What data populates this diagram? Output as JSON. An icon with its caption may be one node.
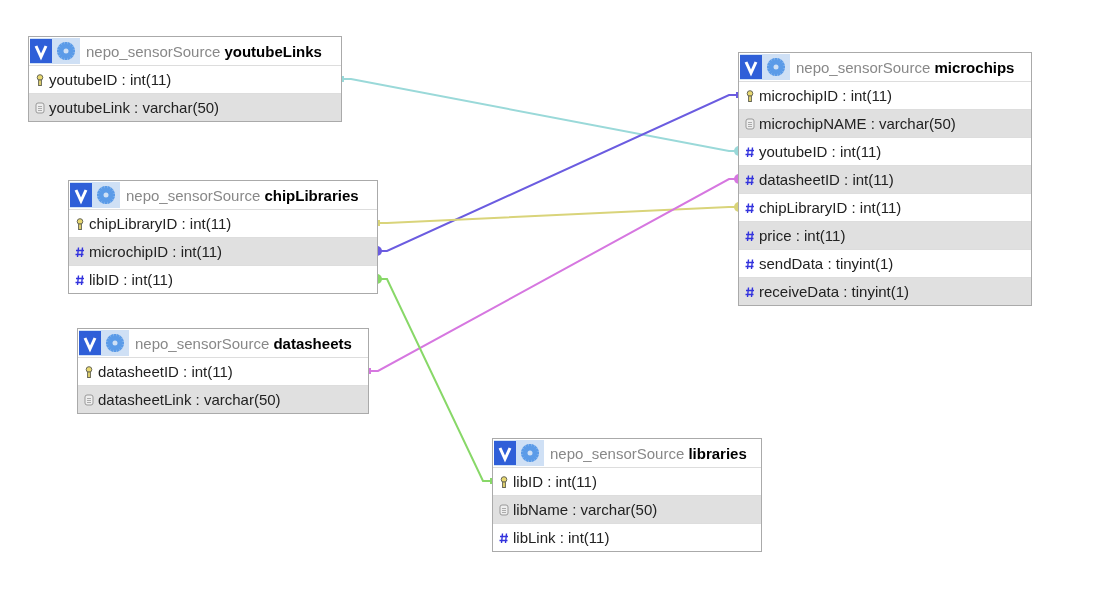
{
  "diagram": {
    "nodes": [
      {
        "text": [
          "nepo_sensorSource **youtubeLinks**"
        ]
      },
      {
        "text": [
          "youtubeID : int(11)"
        ],
        "in": 0
      },
      {
        "text": [
          "youtubeLink : varchar(50)"
        ],
        "in": 0
      },
      {
        "text": [
          "nepo_sensorSource **microchips**"
        ]
      },
      {
        "text": [
          "microchipID : int(11)"
        ],
        "in": 3
      },
      {
        "text": [
          "microchipNAME : varchar(50)"
        ],
        "in": 3
      },
      {
        "text": [
          "youtubeID : int(11)"
        ],
        "in": 3
      },
      {
        "text": [
          "datasheetID : int(11)"
        ],
        "in": 3
      },
      {
        "text": [
          "chipLibraryID : int(11)"
        ],
        "in": 3
      },
      {
        "text": [
          "price : int(11)"
        ],
        "in": 3
      },
      {
        "text": [
          "sendData : tinyint(1)"
        ],
        "in": 3
      },
      {
        "text": [
          "receiveData : tinyint(1)"
        ],
        "in": 3
      },
      {
        "text": [
          "nepo_sensorSource **chipLibraries**"
        ]
      },
      {
        "text": [
          "chipLibraryID : int(11)"
        ],
        "in": 12
      },
      {
        "text": [
          "microchipID : int(11)"
        ],
        "in": 12
      },
      {
        "text": [
          "libID : int(11)"
        ],
        "in": 12
      },
      {
        "text": [
          "nepo_sensorSource **datasheets**"
        ]
      },
      {
        "text": [
          "datasheetID : int(11)"
        ],
        "in": 16
      },
      {
        "text": [
          "datasheetLink : varchar(50)"
        ],
        "in": 16
      },
      {
        "text": [
          "nepo_sensorSource **libraries**"
        ]
      },
      {
        "text": [
          "libID : int(11)"
        ],
        "in": 19
      },
      {
        "text": [
          "libName : varchar(50)"
        ],
        "in": 19
      },
      {
        "text": [
          "libLink : int(11)"
        ],
        "in": 19
      }
    ],
    "edges": [
      {
        "from": 6,
        "to": 1,
        "arrow": "other",
        "color": "#9ad9d9"
      },
      {
        "from": 14,
        "to": 4,
        "arrow": "other",
        "color": "#6b5ce0"
      },
      {
        "from": 8,
        "to": 13,
        "arrow": "other",
        "color": "#d9d47a"
      },
      {
        "from": 7,
        "to": 17,
        "arrow": "other",
        "color": "#d677e0"
      },
      {
        "from": 15,
        "to": 20,
        "arrow": "other",
        "color": "#88d868"
      }
    ]
  }
}
